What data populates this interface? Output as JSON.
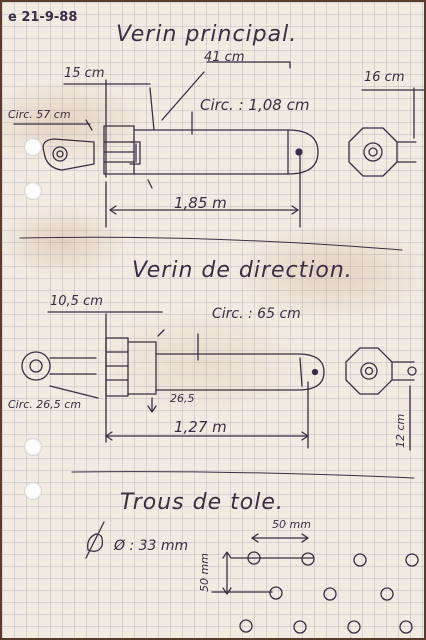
{
  "date": "e 21-9-88",
  "main_cylinder": {
    "title": "Verin principal.",
    "dim_rod_offset": "15 cm",
    "dim_body": "41 cm",
    "dim_eye_right": "16 cm",
    "circ_left": "Circ. 57 cm",
    "circ_body": "Circ. : 1,08 cm",
    "length": "1,85 m"
  },
  "direction_cylinder": {
    "title": "Verin de direction.",
    "dim_rod_offset": "10,5 cm",
    "circ_body": "Circ. : 65 cm",
    "circ_left": "Circ. 26,5 cm",
    "dim_inner": "26,5",
    "length": "1,27 m",
    "dim_eye_right": "12 cm"
  },
  "holes": {
    "title": "Trous de tole.",
    "diameter": "Ø : 33 mm",
    "spacing_h": "50 mm",
    "spacing_v": "50 mm"
  }
}
